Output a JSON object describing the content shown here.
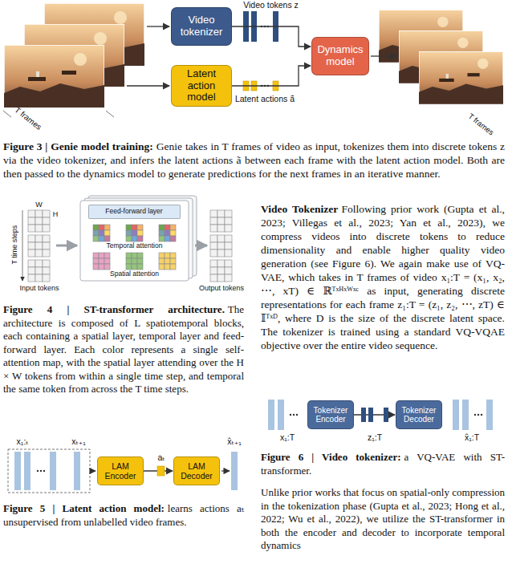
{
  "diagram": {
    "nodes": [
      {
        "text": [
          "Video tokenizer"
        ]
      },
      {
        "text": [
          "Latent action model"
        ]
      },
      {
        "text": [
          "Dynamics model"
        ]
      },
      {
        "text": [
          "Feed-forward layer"
        ]
      },
      {
        "text": [
          "LAM Encoder"
        ]
      },
      {
        "text": [
          "LAM Decoder"
        ]
      },
      {
        "text": [
          "Tokenizer Encoder"
        ]
      },
      {
        "text": [
          "Tokenizer Decoder"
        ]
      }
    ],
    "edges": [
      {
        "from": 0,
        "to": 2,
        "arrow": "to"
      },
      {
        "from": 1,
        "to": 2,
        "arrow": "to"
      },
      {
        "from": 4,
        "to": 5,
        "arrow": "to"
      },
      {
        "from": 6,
        "to": 7,
        "arrow": "to"
      }
    ],
    "labels": [
      "Video tokens z",
      "Latent actions ã",
      "T frames",
      "T frames",
      "Figure 3 | Genie model training:",
      "Genie takes in T frames of video as input, tokenizes them into discrete tokens z via the video tokenizer, and infers the latent actions ã between each frame with the latent action model. Both are then passed to the dynamics model to generate predictions for the next frames in an iterative manner.",
      "W",
      "H",
      "T time steps",
      "Temporal attention",
      "Spatial attention",
      "Input tokens",
      "Output tokens",
      "Figure 4 | ST-transformer architecture.",
      "The architecture is composed of L spatiotemporal blocks, each containing a spatial layer, temporal layer and feed-forward layer. Each color represents a single self-attention map, with the spatial layer attending over the H × W tokens from within a single time step, and temporal the same token from across the T time steps.",
      "x₁:ₜ",
      "xₜ₊₁",
      "aₜ",
      "x̂ₜ₊₁",
      "Figure 5 | Latent action model:",
      "learns actions aₜ unsupervised from unlabelled video frames.",
      "Video Tokenizer",
      "Following prior work (Gupta et al., 2023; Villegas et al., 2023; Yan et al., 2023), we compress videos into discrete tokens to reduce dimensionality and enable higher quality video generation (see Figure 6). We again make use of VQ-VAE, which takes in T frames of video x₁:T = (x₁, x₂, ⋯, xT) ∈ ℝᵀˣᴴˣᵂˣᶜ as input, generating discrete representations for each frame z₁:T = (z₁, z₂, ⋯, zT) ∈ 𝕀ᵀˣᴰ, where D is the size of the discrete latent space. The tokenizer is trained using a standard VQ-VQAE objective over the entire video sequence.",
      "x₁:T",
      "z₁:T",
      "x̂₁:T",
      "Figure 6 | Video tokenizer:",
      "a VQ-VAE with ST-transformer.",
      "Unlike prior works that focus on spatial-only compression in the tokenization phase (Gupta et al., 2023; Hong et al., 2022; Wu et al., 2022), we utilize the ST-transformer in both the encoder and decoder to incorporate temporal dynamics"
    ]
  }
}
